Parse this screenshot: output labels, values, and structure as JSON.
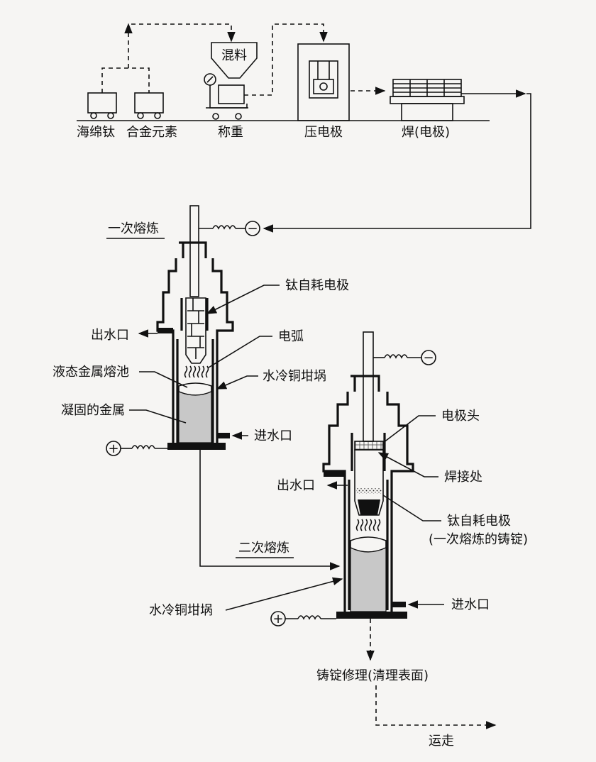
{
  "process": {
    "sponge_ti": "海绵钛",
    "alloy_elements": "合金元素",
    "mixing": "混料",
    "weighing": "称重",
    "press_electrode": "压电极",
    "weld_electrode": "焊(电极)"
  },
  "first_melt": {
    "title": "一次熔炼",
    "consumable_electrode": "钛自耗电极",
    "arc": "电弧",
    "water_outlet": "出水口",
    "liquid_pool": "液态金属熔池",
    "crucible": "水冷铜坩埚",
    "solid_metal": "凝固的金属",
    "water_inlet": "进水口",
    "neg_terminal": "−",
    "pos_terminal": "+"
  },
  "second_melt": {
    "title": "二次熔炼",
    "electrode_head": "电极头",
    "weld_joint": "焊接处",
    "water_outlet": "出水口",
    "consumable_electrode": "钛自耗电极",
    "electrode_note": "(一次熔炼的铸锭)",
    "crucible": "水冷铜坩埚",
    "water_inlet": "进水口",
    "neg_terminal": "−",
    "pos_terminal": "+"
  },
  "post": {
    "ingot_repair": "铸锭修理(清理表面)",
    "ship": "运走"
  }
}
